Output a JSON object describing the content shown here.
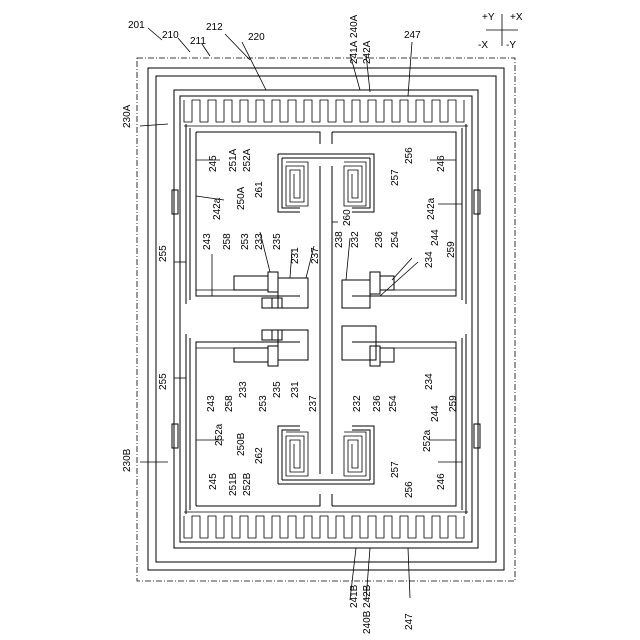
{
  "figure": {
    "labels": {
      "l201": "201",
      "l210": "210",
      "l211": "211",
      "l212": "212",
      "l220": "220",
      "l240A": "240A",
      "l241A": "241A",
      "l242A": "242A",
      "l247_top": "247",
      "l230A": "230A",
      "l230B": "230B",
      "l245_a": "245",
      "l251A": "251A",
      "l252A": "252A",
      "l250A": "250A",
      "l261": "261",
      "l242a_l_a": "242a",
      "l255_a": "255",
      "l243_a": "243",
      "l258_a": "258",
      "l253_a": "253",
      "l233_a": "233",
      "l235_a": "235",
      "l237_a": "237",
      "l231_a": "231",
      "l260": "260",
      "l238": "238",
      "l232_a": "232",
      "l236_a": "236",
      "l254_a": "254",
      "l234_a": "234",
      "l244_a": "244",
      "l259_a": "259",
      "l242a_r_a": "242a",
      "l246_a": "246",
      "l257_a": "257",
      "l256_a": "256",
      "l255_b": "255",
      "l243_b": "243",
      "l258_b": "258",
      "l233_b": "233",
      "l253_b": "253",
      "l235_b": "235",
      "l231_b": "231",
      "l237_b": "237",
      "l232_b": "232",
      "l236_b": "236",
      "l254_b": "254",
      "l234_b": "234",
      "l244_b": "244",
      "l259_b": "259",
      "l252a_l_b": "252a",
      "l250B": "250B",
      "l262": "262",
      "l252a_r_b": "252a",
      "l245_b": "245",
      "l251B": "251B",
      "l252B": "252B",
      "l257_b": "257",
      "l256_b": "256",
      "l246_b": "246",
      "l241B": "241B",
      "l242B": "242B",
      "l240B": "240B",
      "l247_bot": "247"
    },
    "axes": {
      "plus_x": "+X",
      "plus_y": "+Y",
      "minus_x": "-X",
      "minus_y": "-Y"
    }
  }
}
